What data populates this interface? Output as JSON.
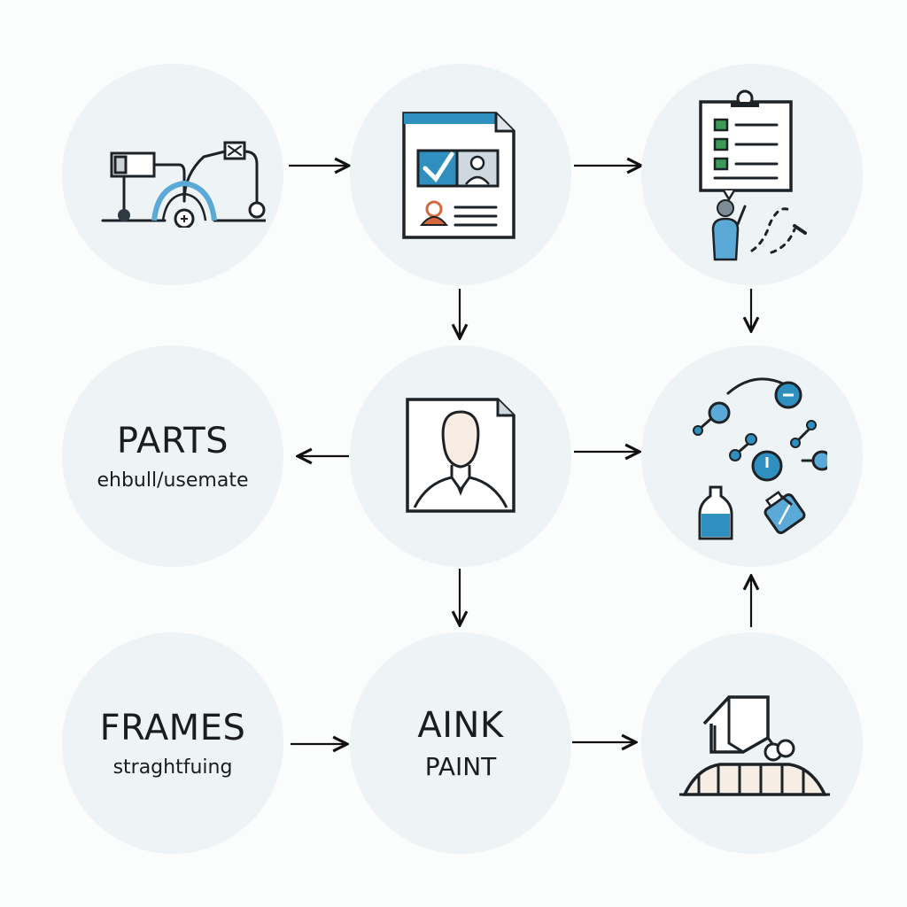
{
  "nodes": {
    "parts": {
      "title": "PARTS",
      "subtitle": "ehbull/usemate"
    },
    "frames": {
      "title": "FRAMES",
      "subtitle": "straghtfuing"
    },
    "aink": {
      "title": "AINK",
      "subtitle": "PAINT"
    }
  },
  "icons": {
    "n1": "pipeline-sensor-icon",
    "n2": "id-document-check-icon",
    "n3": "checklist-clipboard-worker-icon",
    "n5": "profile-document-icon",
    "n6": "paint-tools-icon",
    "n9": "canopy-frame-icon"
  },
  "colors": {
    "node_fill": "#eef3f5",
    "accent_blue": "#2f8fbf",
    "accent_light_blue": "#5aa9d6",
    "check_green": "#3a9a57",
    "stroke": "#1d2227",
    "orange": "#d4683d"
  }
}
